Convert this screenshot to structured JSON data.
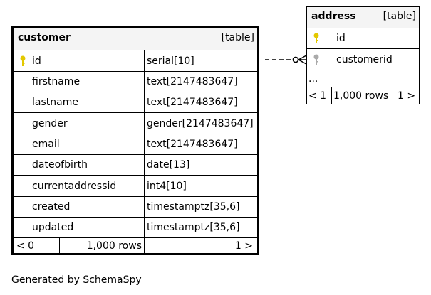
{
  "customer": {
    "name": "customer",
    "kind": "[table]",
    "columns": [
      {
        "name": "id",
        "type": "serial[10]"
      },
      {
        "name": "firstname",
        "type": "text[2147483647]"
      },
      {
        "name": "lastname",
        "type": "text[2147483647]"
      },
      {
        "name": "gender",
        "type": "gender[2147483647]"
      },
      {
        "name": "email",
        "type": "text[2147483647]"
      },
      {
        "name": "dateofbirth",
        "type": "date[13]"
      },
      {
        "name": "currentaddressid",
        "type": "int4[10]"
      },
      {
        "name": "created",
        "type": "timestamptz[35,6]"
      },
      {
        "name": "updated",
        "type": "timestamptz[35,6]"
      }
    ],
    "footer": {
      "left": "< 0",
      "middle": "1,000 rows",
      "right": "1 >"
    }
  },
  "address": {
    "name": "address",
    "kind": "[table]",
    "columns": [
      {
        "name": "id"
      },
      {
        "name": "customerid"
      }
    ],
    "ellipsis": "...",
    "footer": {
      "left": "< 1",
      "middle": "1,000 rows",
      "right": "1 >"
    }
  },
  "footer_text": "Generated by SchemaSpy",
  "colors": {
    "primary_key": "#e3c800",
    "foreign_key": "#aaaaaa",
    "header_bg": "#f4f4f4"
  }
}
